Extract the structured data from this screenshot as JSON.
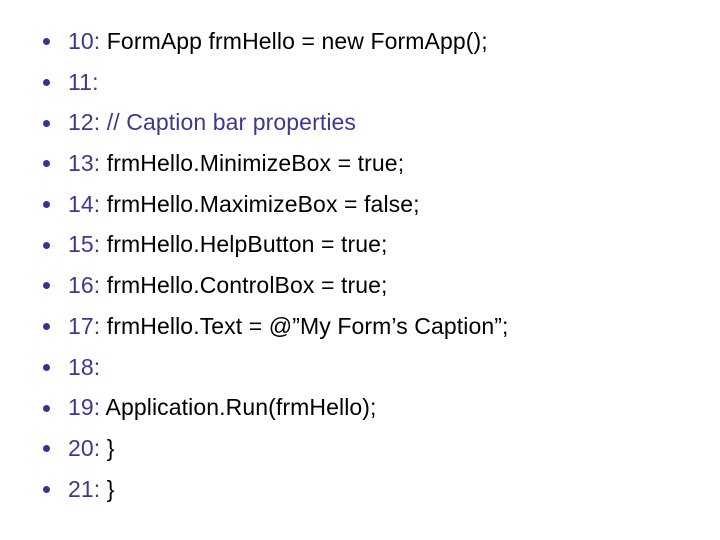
{
  "slide": {
    "background_color": "#ffffff",
    "accent_color": "#333399",
    "line_number_color": "#3a3a8f",
    "code_color": "#000000",
    "bullet_icon": "bullet-dot-icon",
    "lines": [
      {
        "number": "10:",
        "code": "FormApp frmHello = new FormApp();",
        "comment": false
      },
      {
        "number": "11:",
        "code": "",
        "comment": false
      },
      {
        "number": "12:",
        "code": "// Caption bar properties",
        "comment": true
      },
      {
        "number": "13:",
        "code": "frmHello.MinimizeBox = true;",
        "comment": false
      },
      {
        "number": "14:",
        "code": "frmHello.MaximizeBox = false;",
        "comment": false
      },
      {
        "number": "15:",
        "code": "frmHello.HelpButton = true;",
        "comment": false
      },
      {
        "number": "16:",
        "code": "frmHello.ControlBox = true;",
        "comment": false
      },
      {
        "number": "17:",
        "code": "frmHello.Text = @”My Form’s Caption”;",
        "comment": false
      },
      {
        "number": "18:",
        "code": "",
        "comment": false
      },
      {
        "number": "19:",
        "code": "Application.Run(frmHello);",
        "comment": false
      },
      {
        "number": "20:",
        "code": "}",
        "comment": false
      },
      {
        "number": "21:",
        "code": "}",
        "comment": false
      }
    ]
  }
}
